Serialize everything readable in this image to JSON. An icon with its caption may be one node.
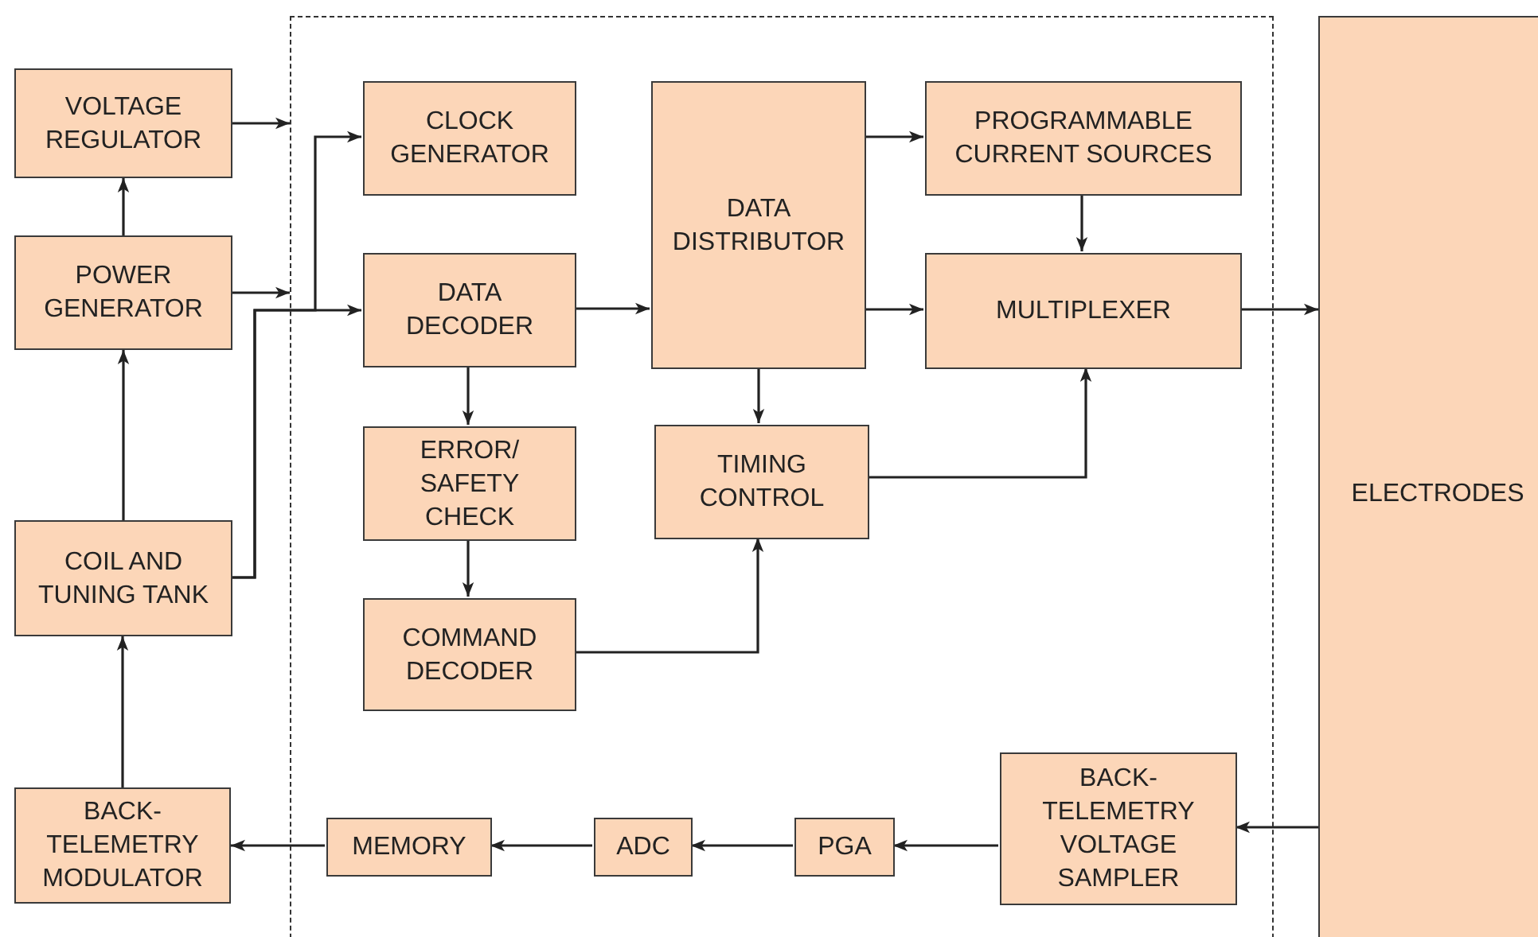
{
  "diagram": {
    "nodes": [
      {
        "text": [],
        "shape": "box"
      },
      {
        "text": [
          "VOLTAGE REGULATOR"
        ]
      },
      {
        "text": [
          "POWER GENERATOR"
        ]
      },
      {
        "text": [
          "COIL AND TUNING TANK"
        ]
      },
      {
        "text": [
          "BACK-TELEMETRY MODULATOR"
        ]
      },
      {
        "text": [
          "CLOCK GENERATOR"
        ],
        "in": 0
      },
      {
        "text": [
          "DATA DECODER"
        ],
        "in": 0
      },
      {
        "text": [
          "ERROR/ SAFETY CHECK"
        ],
        "in": 0
      },
      {
        "text": [
          "COMMAND DECODER"
        ],
        "in": 0
      },
      {
        "text": [
          "DATA DISTRIBUTOR"
        ],
        "in": 0
      },
      {
        "text": [
          "TIMING CONTROL"
        ],
        "in": 0
      },
      {
        "text": [
          "PROGRAMMABLE CURRENT SOURCES"
        ],
        "in": 0
      },
      {
        "text": [
          "MULTIPLEXER"
        ],
        "in": 0
      },
      {
        "text": [
          "MEMORY"
        ],
        "in": 0
      },
      {
        "text": [
          "ADC"
        ],
        "in": 0
      },
      {
        "text": [
          "PGA"
        ],
        "in": 0
      },
      {
        "text": [
          "BACK-TELEMETRY VOLTAGE SAMPLER"
        ],
        "in": 0
      },
      {
        "text": [
          "ELECTRODES"
        ]
      }
    ],
    "edges": [
      {
        "from": 2,
        "to": 1,
        "arrow": "to"
      },
      {
        "from": 3,
        "to": 2,
        "arrow": "to"
      },
      {
        "from": 4,
        "to": 3,
        "arrow": "to"
      },
      {
        "from": 1,
        "to": 0,
        "arrow": "to"
      },
      {
        "from": 2,
        "to": 0,
        "arrow": "to"
      },
      {
        "from": 3,
        "to": 6,
        "arrow": "to"
      },
      {
        "from": 3,
        "to": 5,
        "arrow": "to"
      },
      {
        "from": 6,
        "to": 9,
        "arrow": "to"
      },
      {
        "from": 6,
        "to": 7,
        "arrow": "to"
      },
      {
        "from": 7,
        "to": 8,
        "arrow": "to"
      },
      {
        "from": 8,
        "to": 10,
        "arrow": "to"
      },
      {
        "from": 9,
        "to": 11,
        "arrow": "to"
      },
      {
        "from": 9,
        "to": 12,
        "arrow": "to"
      },
      {
        "from": 9,
        "to": 10,
        "arrow": "to"
      },
      {
        "from": 11,
        "to": 12,
        "arrow": "to"
      },
      {
        "from": 10,
        "to": 12,
        "arrow": "to"
      },
      {
        "from": 12,
        "to": 17,
        "arrow": "to"
      },
      {
        "from": 17,
        "to": 16,
        "arrow": "to"
      },
      {
        "from": 16,
        "to": 15,
        "arrow": "to"
      },
      {
        "from": 15,
        "to": 14,
        "arrow": "to"
      },
      {
        "from": 14,
        "to": 13,
        "arrow": "to"
      },
      {
        "from": 13,
        "to": 4,
        "arrow": "to"
      }
    ]
  }
}
